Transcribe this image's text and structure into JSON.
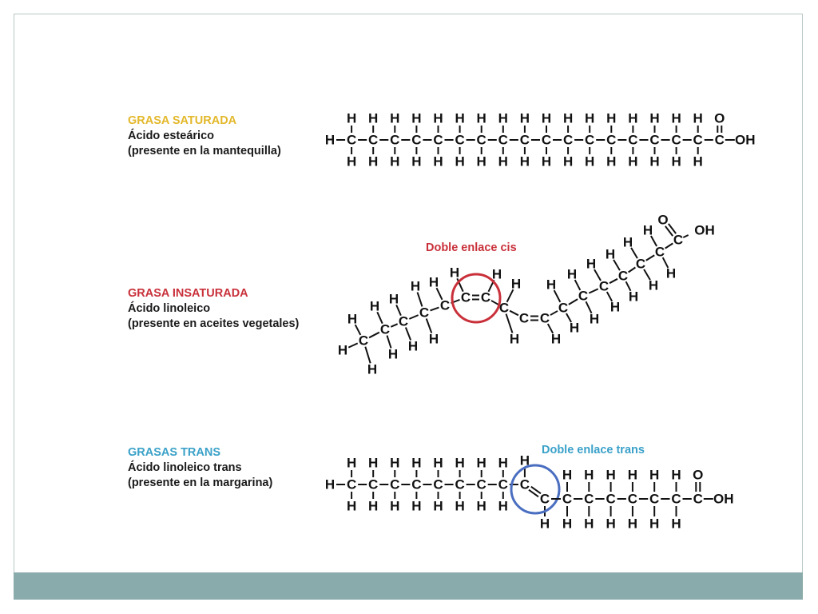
{
  "sections": {
    "saturated": {
      "title": "GRASA SATURADA",
      "line1": "Ácido esteárico",
      "line2": "(presente en la mantequilla)"
    },
    "unsaturated": {
      "title": "GRASA INSATURADA",
      "line1": "Ácido linoleico",
      "line2": "(presente en aceites vegetales)",
      "callout": "Doble enlace cis"
    },
    "trans": {
      "title": "GRASAS TRANS",
      "line1": "Ácido linoleico trans",
      "line2": "(presente en la margarina)",
      "callout": "Doble enlace trans"
    }
  },
  "atom_symbols": {
    "carbon": "C",
    "hydrogen": "H",
    "oxygen": "O",
    "hydroxyl": "OH"
  },
  "colors": {
    "saturated": "#e3b82b",
    "unsaturated": "#c9303a",
    "trans": "#3aa1c9",
    "cis_ring": "#c9303a",
    "trans_ring": "#4a6ec0",
    "footer_bar": "#8aabab",
    "atom_text": "#111111"
  }
}
